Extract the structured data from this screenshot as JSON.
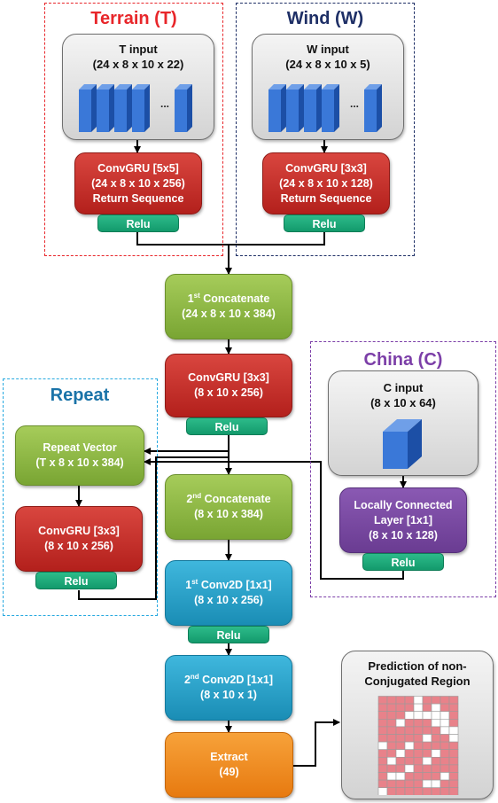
{
  "frames": {
    "terrain": {
      "title": "Terrain (T)",
      "color": "#e8262a"
    },
    "wind": {
      "title": "Wind (W)",
      "color": "#1e2f66"
    },
    "repeat": {
      "title": "Repeat",
      "color": "#27a9e0"
    },
    "china": {
      "title": "China (C)",
      "color": "#7c3fa8"
    }
  },
  "inputs": {
    "t": {
      "name": "T input",
      "shape": "(24 x 8 x 10 x 22)"
    },
    "w": {
      "name": "W input",
      "shape": "(24 x 8 x 10 x 5)"
    },
    "c": {
      "name": "C input",
      "shape": "(8 x 10 x 64)"
    }
  },
  "ellipsis": "...",
  "nodes": {
    "convgru_t": {
      "l1": "ConvGRU [5x5]",
      "l2": "(24 x 8 x 10 x 256)",
      "l3": "Return Sequence"
    },
    "convgru_w": {
      "l1": "ConvGRU [3x3]",
      "l2": "(24 x 8 x 10 x 128)",
      "l3": "Return Sequence"
    },
    "concat1": {
      "ord": "1",
      "sup": "st",
      "l1": " Concatenate",
      "l2": "(24 x 8 x 10 x 384)"
    },
    "convgru_mid": {
      "l1": "ConvGRU [3x3]",
      "l2": "(8 x 10 x 256)"
    },
    "repeat_vector": {
      "l1": "Repeat Vector",
      "l2": "(T x 8 x 10 x 384)"
    },
    "convgru_rep": {
      "l1": "ConvGRU [3x3]",
      "l2": "(8 x 10 x 256)"
    },
    "concat2": {
      "ord": "2",
      "sup": "nd",
      "l1": " Concatenate",
      "l2": "(8 x 10 x 384)"
    },
    "conv2d_1": {
      "ord": "1",
      "sup": "st",
      "l1": " Conv2D [1x1]",
      "l2": "(8 x 10 x 256)"
    },
    "conv2d_2": {
      "ord": "2",
      "sup": "nd",
      "l1": " Conv2D [1x1]",
      "l2": "(8 x 10 x 1)"
    },
    "lc": {
      "l1": "Locally Connected",
      "l2": "Layer [1x1]",
      "l3": "(8 x 10 x 128)"
    },
    "extract": {
      "l1": "Extract",
      "l2": "(49)"
    }
  },
  "relu_label": "Relu",
  "output": {
    "l1": "Prediction of non-",
    "l2": "Conjugated Region"
  },
  "grid": {
    "rows": 13,
    "cols": 9,
    "fill_color": "#e8828a",
    "empty_color": "#ffffff",
    "pattern": [
      "111101111",
      "111101011",
      "111000001",
      "110111001",
      "111111100",
      "111110110",
      "011011111",
      "110111011",
      "101110111",
      "111011111",
      "100111101",
      "111110011",
      "011111111"
    ]
  }
}
